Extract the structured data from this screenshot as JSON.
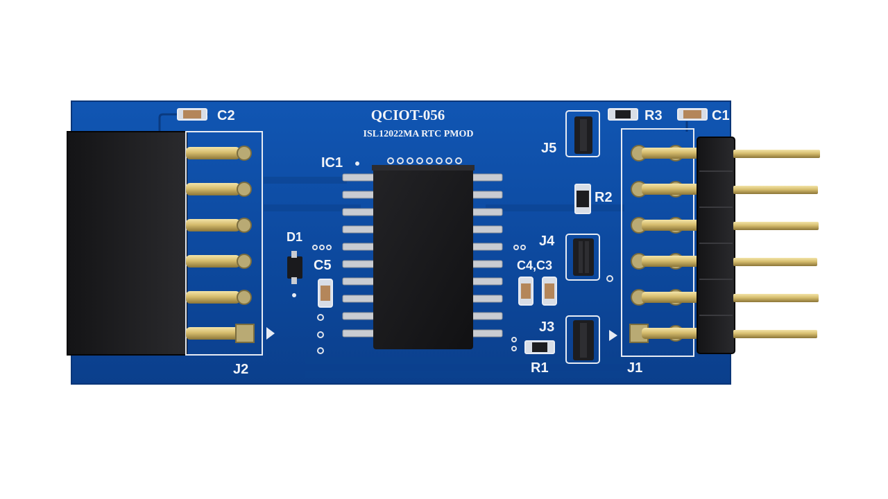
{
  "board": {
    "title": "QCIOT-056",
    "subtitle": "ISL12022MA RTC PMOD",
    "colors": {
      "pcb": "#0d4aa0",
      "pcb_dark": "#0a3a82",
      "silkscreen": "#f2f4f8",
      "gold": "#d9c27a",
      "header_black": "#1b1b1d"
    }
  },
  "labels": {
    "c2": "C2",
    "ic1": "IC1",
    "d1": "D1",
    "c5": "C5",
    "j2": "J2",
    "j5": "J5",
    "r3": "R3",
    "c1": "C1",
    "r2": "R2",
    "j4": "J4",
    "c4c3": "C4,C3",
    "j3": "J3",
    "r1": "R1",
    "j1": "J1"
  }
}
